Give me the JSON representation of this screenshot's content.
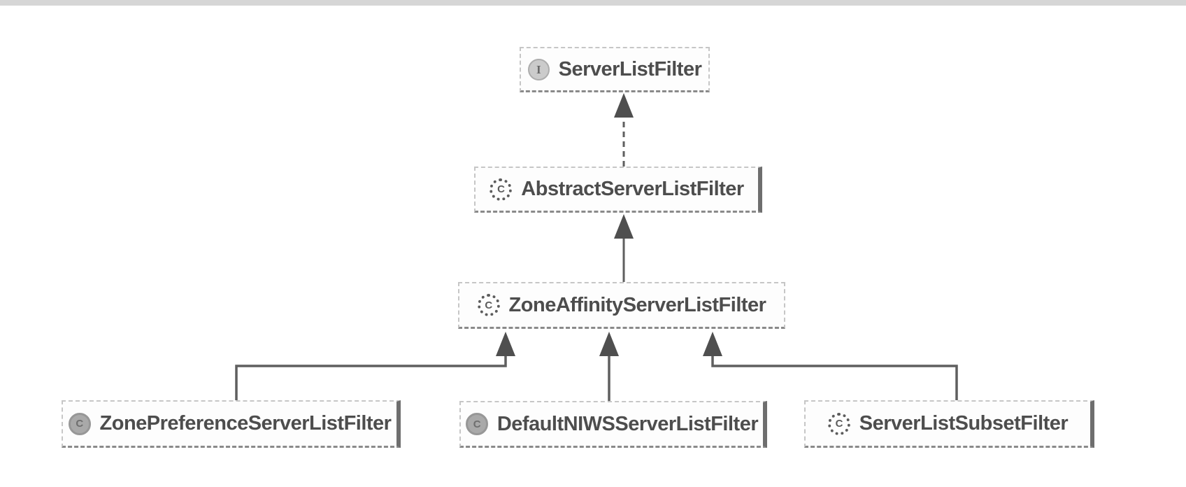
{
  "page": {
    "background": "#ffffff",
    "topbar_color": "#d6d6d6"
  },
  "diagram": {
    "type": "uml-class-hierarchy",
    "nodes": [
      {
        "label": "ServerListFilter",
        "kind": "interface"
      },
      {
        "label": "AbstractServerListFilter",
        "kind": "class"
      },
      {
        "label": "ZoneAffinityServerListFilter",
        "kind": "class"
      },
      {
        "label": "ZonePreferenceServerListFilter",
        "kind": "class"
      },
      {
        "label": "DefaultNIWSServerListFilter",
        "kind": "class"
      },
      {
        "label": "ServerListSubsetFilter",
        "kind": "class"
      }
    ],
    "edges": [
      {
        "from": "AbstractServerListFilter",
        "to": "ServerListFilter",
        "style": "dashed",
        "relation": "implements",
        "arrowhead": "filled-triangle-up"
      },
      {
        "from": "ZoneAffinityServerListFilter",
        "to": "AbstractServerListFilter",
        "style": "solid",
        "relation": "extends",
        "arrowhead": "filled-triangle-up"
      },
      {
        "from": "ZonePreferenceServerListFilter",
        "to": "ZoneAffinityServerListFilter",
        "style": "solid",
        "relation": "extends",
        "arrowhead": "filled-triangle-up"
      },
      {
        "from": "DefaultNIWSServerListFilter",
        "to": "ZoneAffinityServerListFilter",
        "style": "solid",
        "relation": "extends",
        "arrowhead": "filled-triangle-up"
      },
      {
        "from": "ServerListSubsetFilter",
        "to": "ZoneAffinityServerListFilter",
        "style": "solid",
        "relation": "extends",
        "arrowhead": "filled-triangle-up"
      }
    ],
    "icons": {
      "interface_glyph": "I",
      "class_glyph": "C"
    },
    "colors": {
      "edge_line": "#5f5f5f",
      "arrowhead": "#4f4f4f",
      "node_text": "#4d4d4d",
      "node_border": "#c6c6c6",
      "node_border_bottom": "#8a8a8a",
      "node_background": "#fdfdfd",
      "interface_icon_fill": "#cbcbcb",
      "class_icon_ring": "#5c5c5c",
      "shadow_bar": "#6e6e6e"
    }
  }
}
